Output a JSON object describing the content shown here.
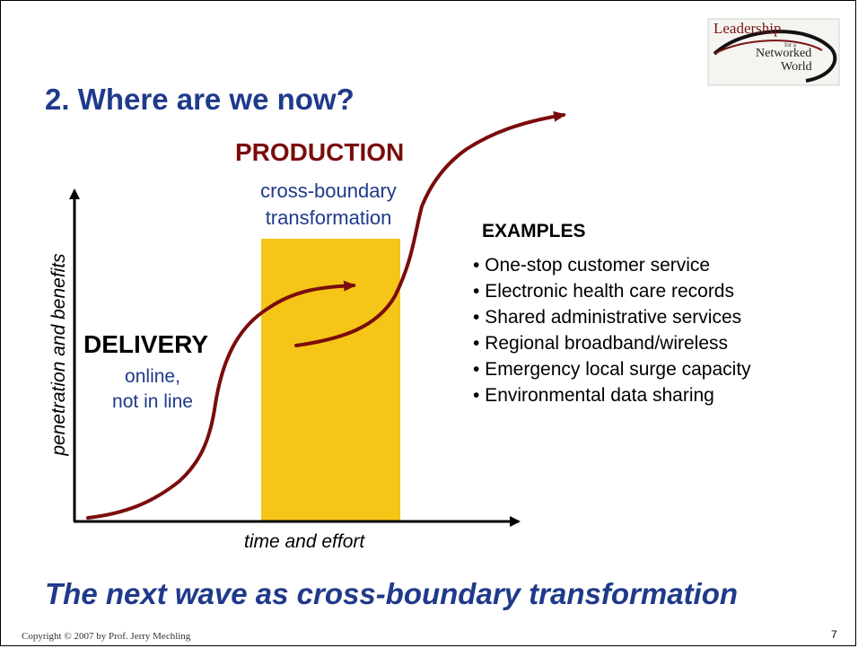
{
  "logo": {
    "line1": "Leadership",
    "line2": "for a",
    "line3": "Networked",
    "line4": "World"
  },
  "title": "2. Where are we now?",
  "production": {
    "heading": "PRODUCTION",
    "sub1": "cross-boundary",
    "sub2": "transformation"
  },
  "delivery": {
    "heading": "DELIVERY",
    "sub1": "online,",
    "sub2": "not in line"
  },
  "axes": {
    "y_label": "penetration and benefits",
    "x_label": "time and effort"
  },
  "examples": {
    "heading": "EXAMPLES",
    "items": [
      "• One-stop customer service",
      "• Electronic health care records",
      "• Shared administrative services",
      "• Regional broadband/wireless",
      "• Emergency local surge capacity",
      "• Environmental data sharing"
    ]
  },
  "footer_title": "The next wave as cross-boundary transformation",
  "copyright": "Copyright © 2007 by Prof. Jerry Mechling",
  "page_number": "7",
  "colors": {
    "title_blue": "#1f3a8a",
    "curve_maroon": "#7a0c0c",
    "highlight_gold": "#f5c518"
  }
}
